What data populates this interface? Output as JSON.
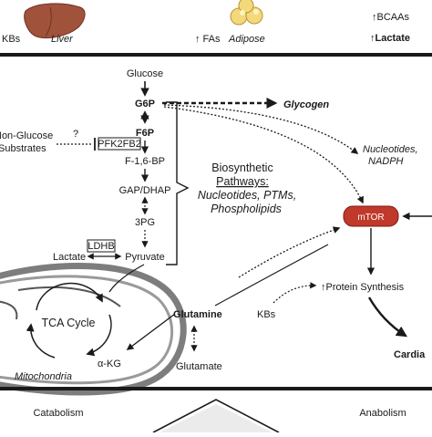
{
  "top_banner": {
    "kbs": "KBs",
    "liver": "Liver",
    "fas": "↑ FAs",
    "adipose": "Adipose",
    "bcaas": "↑BCAAs",
    "lactate": "↑Lactate"
  },
  "glycolysis": {
    "glucose": "Glucose",
    "g6p": "G6P",
    "f6p": "F6P",
    "pfk2fb2": "PFK2FB2",
    "f16bp": "F-1,6-BP",
    "gap_dhap": "GAP/DHAP",
    "pg3": "3PG",
    "ldhb": "LDHB",
    "lactate": "Lactate",
    "pyruvate": "Pyruvate"
  },
  "non_glucose": {
    "line1": "Non-Glucose",
    "line2": "Substrates",
    "question": "?"
  },
  "biosynthetic": {
    "line1": "Biosynthetic",
    "line2": "Pathways:",
    "line3": "Nucleotides, PTMs,",
    "line4": "Phospholipids"
  },
  "products": {
    "glycogen": "Glycogen",
    "nucleotides": "Nucleotides,",
    "nadph": "NADPH",
    "mtor": "mTOR",
    "protein_synthesis": "↑Protein Synthesis",
    "cardiac": "Cardia"
  },
  "mito": {
    "tca": "TCA Cycle",
    "akg": "α-KG",
    "mitochondria": "Mitochondria",
    "glutamine": "Glutamine",
    "glutamate": "Glutamate",
    "kbs": "KBs"
  },
  "footer": {
    "catabolism": "Catabolism",
    "anabolism": "Anabolism"
  },
  "colors": {
    "kbs": "#9b2d8e",
    "fas": "#2e8b3d",
    "bcaas": "#1f5fa8",
    "lactate_top": "#c0392b",
    "lactate": "#c0392b",
    "mtor": "#c0392b",
    "liver": "#a0523a",
    "adipose": "#e8c45a"
  }
}
